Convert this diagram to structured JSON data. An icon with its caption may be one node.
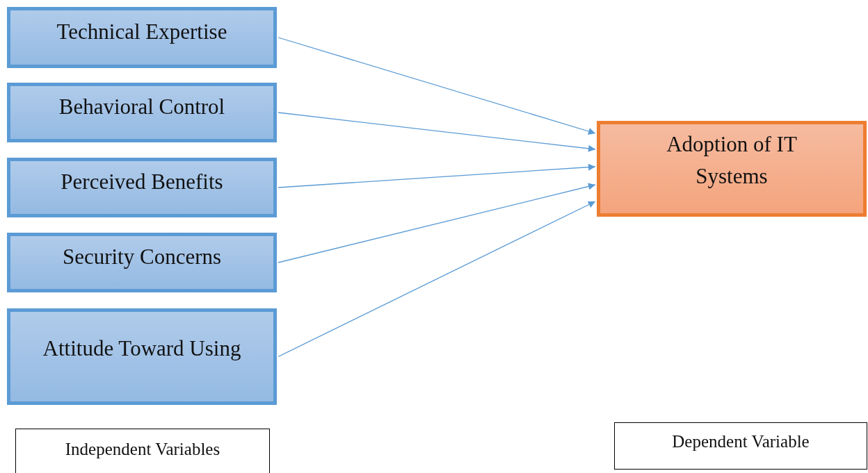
{
  "diagram": {
    "nodes": [
      {
        "text": [
          "Technical Expertise"
        ]
      },
      {
        "text": [
          "Behavioral Control"
        ]
      },
      {
        "text": [
          "Perceived Benefits"
        ]
      },
      {
        "text": [
          "Security Concerns"
        ]
      },
      {
        "text": [
          "Attitude Toward Using"
        ]
      },
      {
        "text": [
          "Adoption of IT Systems"
        ]
      },
      {
        "text": [
          "Independent Variables"
        ]
      },
      {
        "text": [
          "Dependent Variable"
        ]
      }
    ],
    "edges": [
      {
        "from": 0,
        "to": 5,
        "arrow": "to"
      },
      {
        "from": 1,
        "to": 5,
        "arrow": "to"
      },
      {
        "from": 2,
        "to": 5,
        "arrow": "to"
      },
      {
        "from": 3,
        "to": 5,
        "arrow": "to"
      },
      {
        "from": 4,
        "to": 5,
        "arrow": "to"
      }
    ]
  }
}
